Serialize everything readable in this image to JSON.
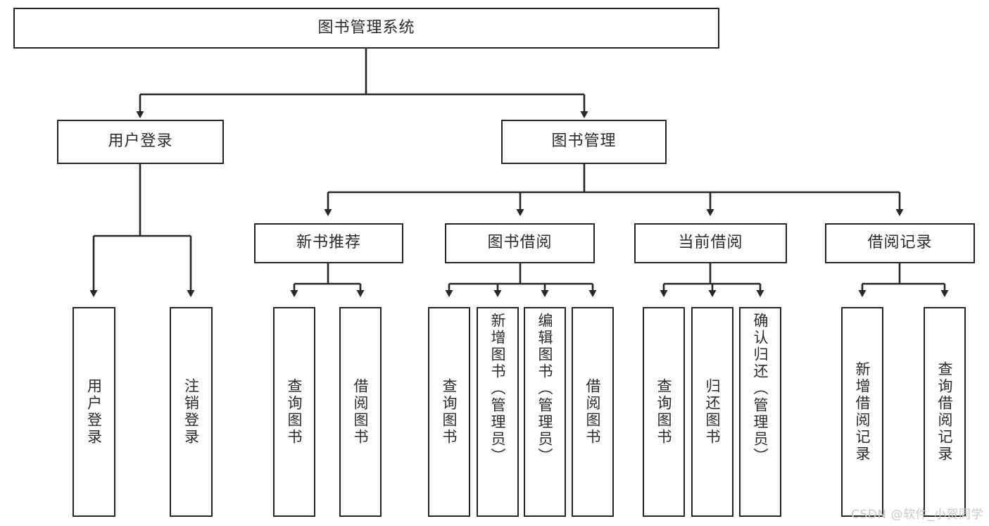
{
  "diagram": {
    "title": "图书管理系统",
    "type": "hierarchy-tree",
    "watermark": "CSDN @软件_小贺同学",
    "colors": {
      "stroke": "#262626",
      "box_fill": "#ffffff",
      "text": "#2b2b2b",
      "watermark": "#c9c9c9",
      "background": "#ffffff"
    },
    "root": {
      "label": "图书管理系统"
    },
    "level2": [
      {
        "label": "用户登录"
      },
      {
        "label": "图书管理"
      }
    ],
    "level3": [
      {
        "label": "新书推荐"
      },
      {
        "label": "图书借阅"
      },
      {
        "label": "当前借阅"
      },
      {
        "label": "借阅记录"
      }
    ],
    "leaves": {
      "user_login": [
        {
          "label": "用户登录"
        },
        {
          "label": "注销登录"
        }
      ],
      "new_book_recommend": [
        {
          "label": "查询图书"
        },
        {
          "label": "借阅图书"
        }
      ],
      "book_borrow": [
        {
          "label": "查询图书"
        },
        {
          "label": "新增图书（管理员）"
        },
        {
          "label": "编辑图书（管理员）"
        },
        {
          "label": "借阅图书"
        }
      ],
      "current_borrow": [
        {
          "label": "查询图书"
        },
        {
          "label": "归还图书"
        },
        {
          "label": "确认归还（管理员）"
        }
      ],
      "borrow_record": [
        {
          "label": "新增借阅记录"
        },
        {
          "label": "查询借阅记录"
        }
      ]
    }
  }
}
